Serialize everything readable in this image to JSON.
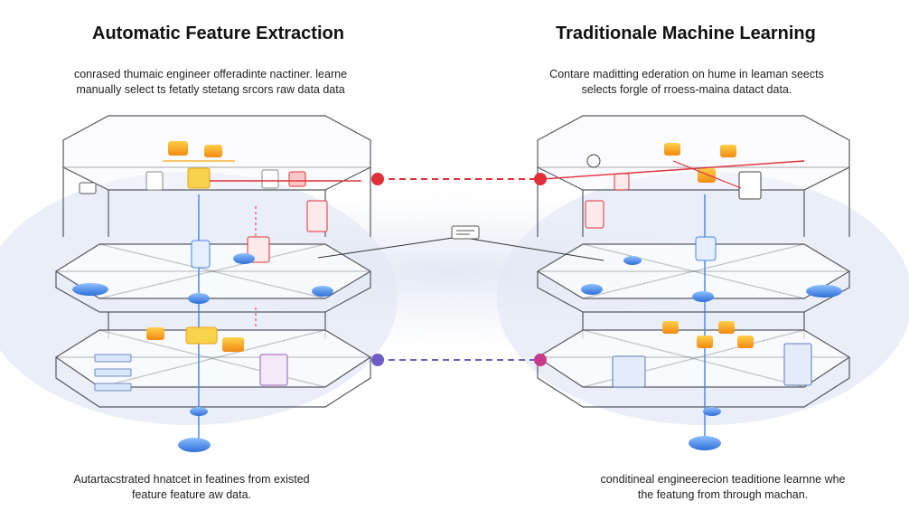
{
  "left": {
    "title": "Automatic Feature Extraction",
    "description": [
      "conrased thumaic engineer offeradinte nactiner. learne",
      "manually select ts fetatly stetang srcors raw data data"
    ],
    "caption": [
      "Autartacstrated hnatcet in featines from existed",
      "feature feature aw data."
    ]
  },
  "right": {
    "title": "Traditionale Machine Learning",
    "description": [
      "Contare maditting ederation on hume in leaman seects",
      "selects forgle of rroess-maina datact data."
    ],
    "caption": [
      "conditineal engineerecion teaditione learnne whe",
      "the featung from through machan."
    ]
  },
  "colors": {
    "accent_red": "#e0303a",
    "accent_blue": "#3f86e6",
    "accent_purple": "#6f5cc8",
    "node_orange": "#f7a21b",
    "node_yellow": "#f6d34a",
    "frame": "#555a60",
    "backdrop": "#eef1f8"
  }
}
